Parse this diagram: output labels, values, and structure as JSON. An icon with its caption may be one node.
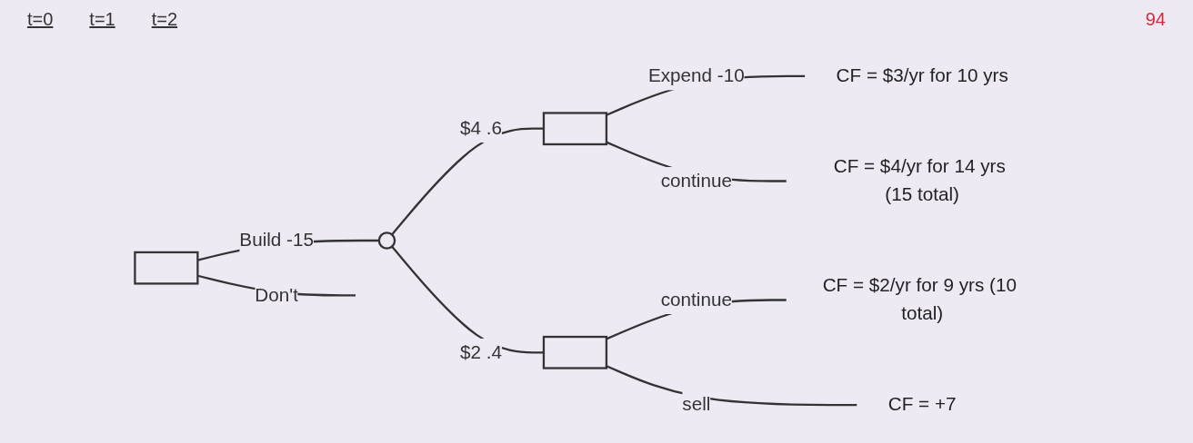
{
  "diagram": {
    "nodes": [
      {
        "text": [],
        "shape": "box"
      },
      {
        "text": [],
        "shape": "circle"
      },
      {
        "text": [],
        "shape": "box"
      },
      {
        "text": [],
        "shape": "box"
      },
      {
        "text": [
          "CF = $3/yr for 10 yrs"
        ]
      },
      {
        "text": [
          "CF = $4/yr for 14 yrs (15 total)"
        ]
      },
      {
        "text": [
          "CF = $2/yr for 9 yrs (10 total)"
        ]
      },
      {
        "text": [
          "CF = +7"
        ]
      }
    ],
    "edges": [
      {
        "from": 0,
        "to": 1,
        "arrow": "none",
        "label": "Build -15"
      },
      {
        "from": 0,
        "to": null,
        "arrow": "none",
        "label": "Don't"
      },
      {
        "from": 1,
        "to": 2,
        "arrow": "none",
        "label": "$4 .6"
      },
      {
        "from": 1,
        "to": 3,
        "arrow": "none",
        "label": "$2 .4"
      },
      {
        "from": 2,
        "to": 4,
        "arrow": "none",
        "label": "Expend -10"
      },
      {
        "from": 2,
        "to": 5,
        "arrow": "none",
        "label": "continue"
      },
      {
        "from": 3,
        "to": 6,
        "arrow": "none",
        "label": "continue"
      },
      {
        "from": 3,
        "to": 7,
        "arrow": "none",
        "label": "sell"
      }
    ],
    "labels": [
      "t=0",
      "t=1",
      "t=2",
      "94"
    ]
  }
}
